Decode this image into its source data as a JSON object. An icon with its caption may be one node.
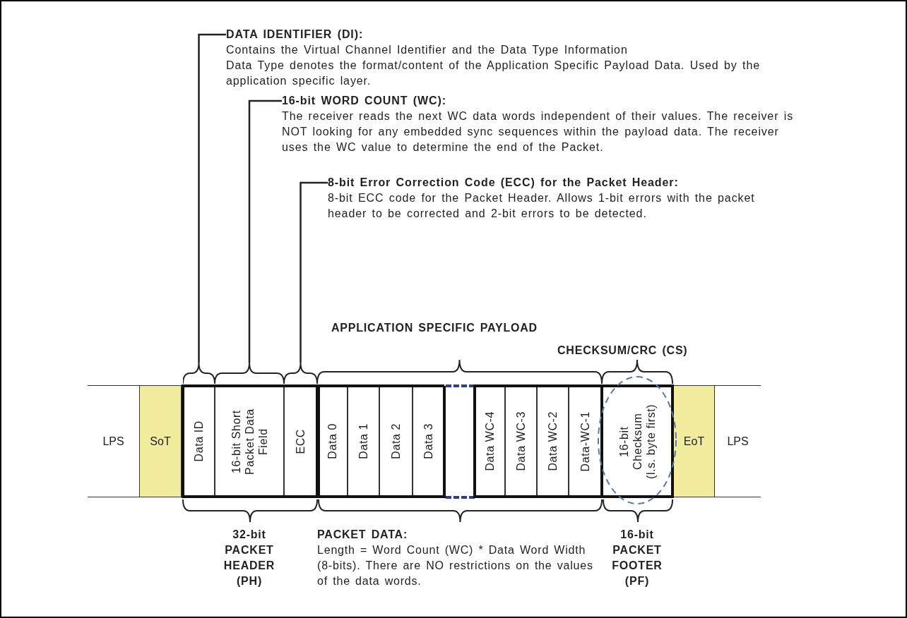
{
  "diagram": {
    "nodes": [
      {
        "text": [
          "DATA IDENTIFIER (DI):",
          "Contains the Virtual Channel Identifier and the Data Type Information",
          "Data Type denotes the format/content of the Application Specific Payload Data. Used by the application specific layer."
        ]
      },
      {
        "text": [
          "16-bit WORD COUNT (WC):",
          "The receiver reads the next WC data words independent of their values. The receiver is NOT looking for any embedded sync sequences within the payload data. The receiver uses the WC value to determine the end of the Packet."
        ]
      },
      {
        "text": [
          "8-bit Error Correction Code (ECC) for the Packet Header:",
          "8-bit ECC code for the Packet Header. Allows 1-bit errors with the packet header to be corrected and 2-bit errors to be detected."
        ]
      },
      {
        "text": [],
        "shape": "brace"
      },
      {
        "text": [],
        "shape": "brace"
      },
      {
        "text": [],
        "shape": "brace"
      },
      {
        "text": [
          "LPS"
        ]
      },
      {
        "text": [
          "SoT"
        ]
      },
      {
        "text": [
          "Data ID"
        ]
      },
      {
        "text": [
          "16-bit Short Packet Data Field"
        ]
      },
      {
        "text": [
          "ECC"
        ]
      },
      {
        "text": [
          "Data 0"
        ]
      },
      {
        "text": [
          "Data 1"
        ]
      },
      {
        "text": [
          "Data 2"
        ]
      },
      {
        "text": [
          "Data 3"
        ]
      },
      {
        "text": [
          "Data WC-4"
        ]
      },
      {
        "text": [
          "Data WC-3"
        ]
      },
      {
        "text": [
          "Data WC-2"
        ]
      },
      {
        "text": [
          "Data-WC-1"
        ]
      },
      {
        "text": [
          "16-bit Checksum (l.s. byte first)"
        ]
      },
      {
        "text": [
          "EoT"
        ]
      },
      {
        "text": [
          "LPS"
        ]
      }
    ],
    "edges": [
      {
        "from": 0,
        "to": 3,
        "arrow": "none"
      },
      {
        "from": 1,
        "to": 4,
        "arrow": "none"
      },
      {
        "from": 2,
        "to": 5,
        "arrow": "none"
      }
    ],
    "labels": [
      "APPLICATION SPECIFIC PAYLOAD",
      "CHECKSUM/CRC (CS)",
      "32-bit PACKET HEADER (PH)",
      "PACKET DATA:",
      "Length = Word Count (WC) * Data Word Width (8-bits). There are NO restrictions on the values of the data words.",
      "16-bit PACKET FOOTER (PF)"
    ]
  }
}
